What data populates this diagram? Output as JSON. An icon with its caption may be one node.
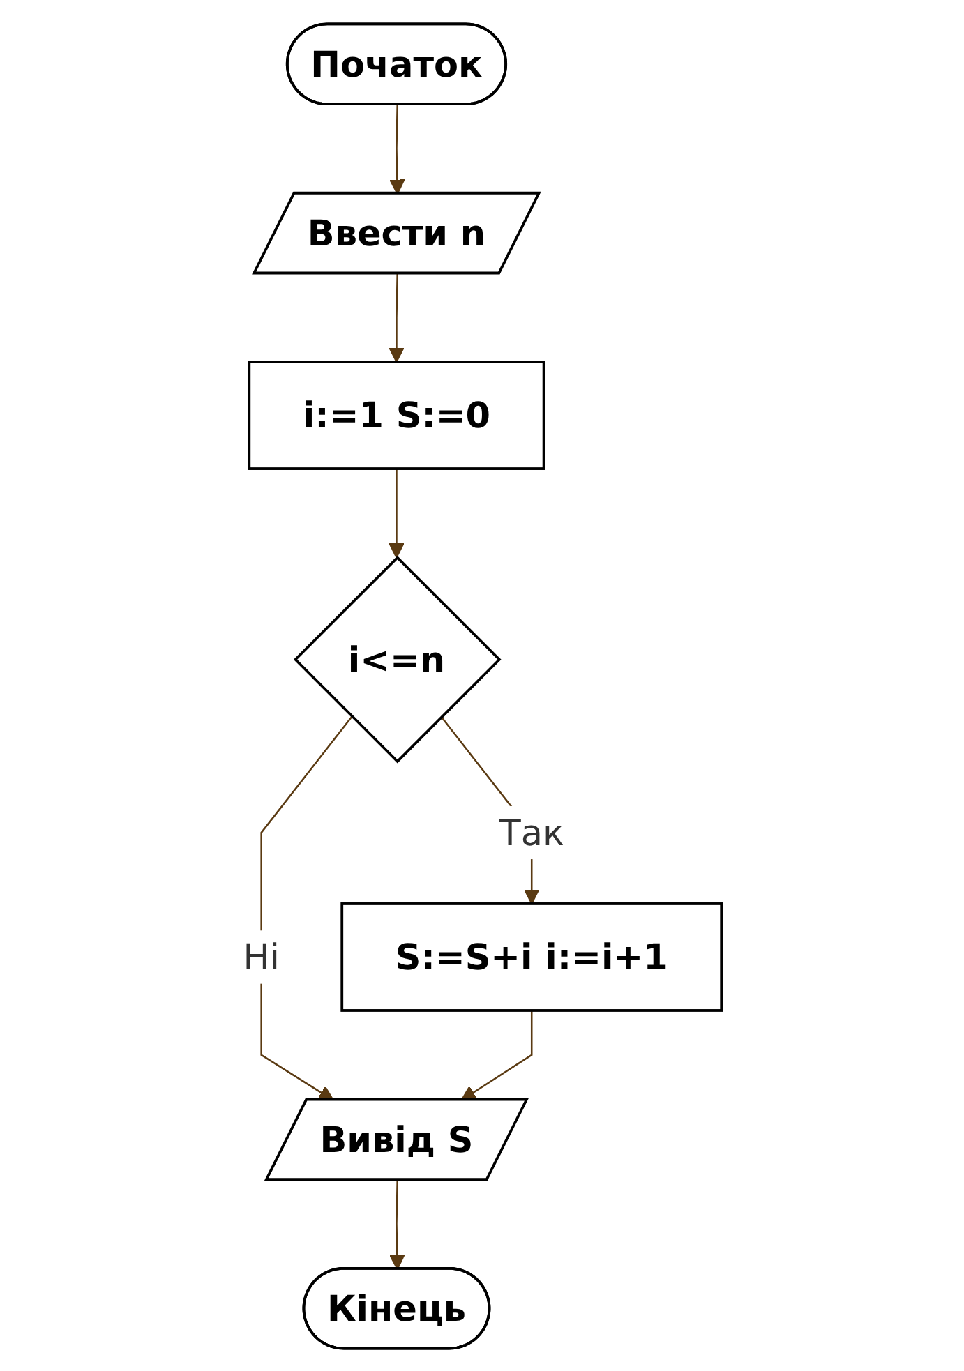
{
  "diagram": {
    "nodes": [
      {
        "text": [
          "Початок"
        ]
      },
      {
        "text": [
          "Ввести n"
        ]
      },
      {
        "text": [
          "i:=1 S:=0"
        ]
      },
      {
        "text": [
          "i<=n"
        ]
      },
      {
        "text": [
          "S:=S+i i:=i+1"
        ]
      },
      {
        "text": [
          "Вивід S"
        ]
      },
      {
        "text": [
          "Кінець"
        ]
      }
    ],
    "edges": [
      {
        "from": 0,
        "to": 1,
        "arrow": "to"
      },
      {
        "from": 1,
        "to": 2,
        "arrow": "to"
      },
      {
        "from": 2,
        "to": 3,
        "arrow": "to"
      },
      {
        "from": 3,
        "to": 4,
        "label": "Так",
        "arrow": "to"
      },
      {
        "from": 3,
        "to": 5,
        "label": "Ні",
        "arrow": "to"
      },
      {
        "from": 4,
        "to": 5,
        "arrow": "to"
      },
      {
        "from": 5,
        "to": 6,
        "arrow": "to"
      }
    ]
  }
}
